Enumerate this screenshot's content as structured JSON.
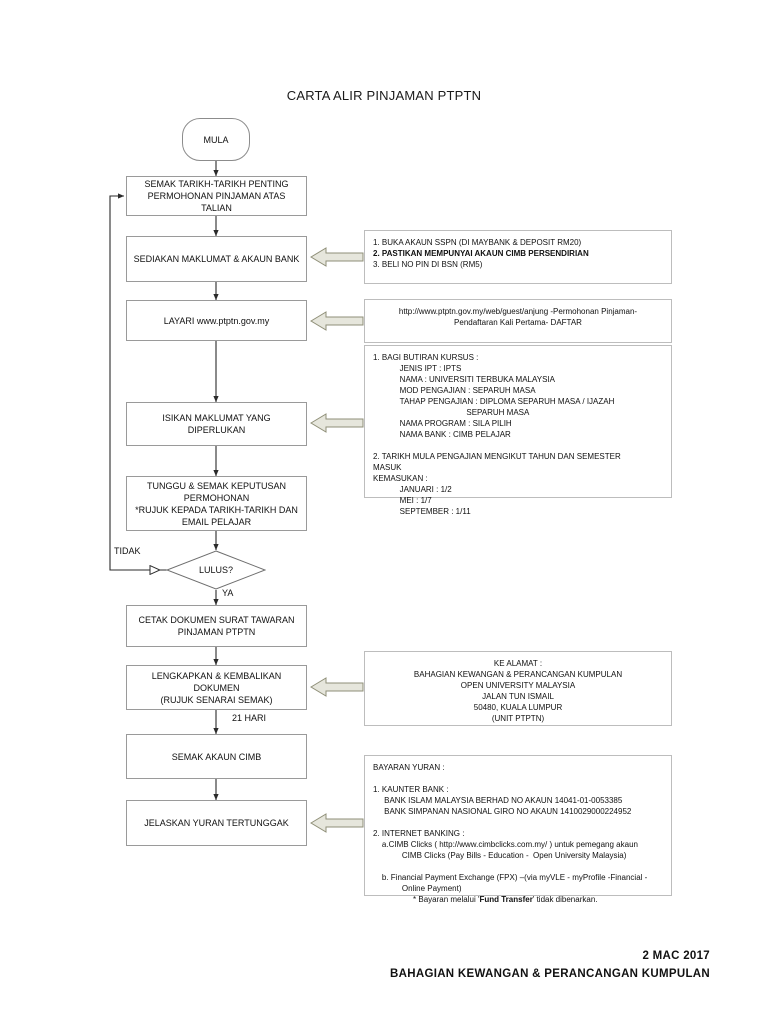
{
  "document": {
    "title": "CARTA ALIR PINJAMAN PTPTN"
  },
  "flow": {
    "nodes": [
      {
        "id": "mula",
        "shape": "terminator",
        "lines": [
          "MULA"
        ]
      },
      {
        "id": "semak-tarikh",
        "shape": "process",
        "lines": [
          "SEMAK TARIKH-TARIKH PENTING",
          "PERMOHONAN PINJAMAN ATAS TALIAN"
        ]
      },
      {
        "id": "sediakan",
        "shape": "process",
        "lines": [
          "SEDIAKAN MAKLUMAT & AKAUN BANK"
        ]
      },
      {
        "id": "layari",
        "shape": "process",
        "lines": [
          "LAYARI www.ptptn.gov.my"
        ]
      },
      {
        "id": "isikan",
        "shape": "process",
        "lines": [
          "ISIKAN MAKLUMAT YANG DIPERLUKAN"
        ]
      },
      {
        "id": "tunggu",
        "shape": "process",
        "lines": [
          "TUNGGU & SEMAK KEPUTUSAN",
          "PERMOHONAN",
          "*RUJUK KEPADA TARIKH-TARIKH DAN",
          "EMAIL PELAJAR"
        ]
      },
      {
        "id": "lulus",
        "shape": "decision",
        "lines": [
          "LULUS?"
        ]
      },
      {
        "id": "cetak",
        "shape": "process",
        "lines": [
          "CETAK DOKUMEN SURAT TAWARAN",
          "PINJAMAN PTPTN"
        ]
      },
      {
        "id": "lengkapkan",
        "shape": "process",
        "lines": [
          "LENGKAPKAN & KEMBALIKAN DOKUMEN",
          "(RUJUK SENARAI SEMAK)"
        ]
      },
      {
        "id": "semak-akaun",
        "shape": "process",
        "lines": [
          "SEMAK AKAUN CIMB"
        ]
      },
      {
        "id": "jelaskan",
        "shape": "process",
        "lines": [
          "JELASKAN YURAN TERTUNGGAK"
        ]
      }
    ],
    "edge_labels": {
      "tidak": "TIDAK",
      "ya": "YA",
      "hari21": "21 HARI"
    }
  },
  "notes": {
    "akaun_bank": [
      {
        "text": "1. BUKA AKAUN SSPN (DI MAYBANK & DEPOSIT RM20)",
        "bold": false
      },
      {
        "text": "2. PASTIKAN MEMPUNYAI AKAUN CIMB PERSENDIRIAN",
        "bold": true
      },
      {
        "text": "3. BELI NO PIN DI BSN (RM5)",
        "bold": false
      }
    ],
    "laman_web": [
      {
        "text": "http://www.ptptn.gov.my/web/guest/anjung -Permohonan Pinjaman-",
        "bold": false
      },
      {
        "text": "Pendaftaran Kali Pertama- DAFTAR",
        "bold": false
      }
    ],
    "butiran_kursus": [
      {
        "text": "1. BAGI BUTIRAN KURSUS :",
        "bold": false
      },
      {
        "text": "            JENIS IPT : IPTS",
        "bold": false
      },
      {
        "text": "            NAMA : UNIVERSITI TERBUKA MALAYSIA",
        "bold": false
      },
      {
        "text": "            MOD PENGAJIAN : SEPARUH MASA",
        "bold": false
      },
      {
        "text": "            TAHAP PENGAJIAN : DIPLOMA SEPARUH MASA / IJAZAH",
        "bold": false
      },
      {
        "text": "                                          SEPARUH MASA",
        "bold": false
      },
      {
        "text": "            NAMA PROGRAM : SILA PILIH",
        "bold": false
      },
      {
        "text": "            NAMA BANK : CIMB PELAJAR",
        "bold": false
      },
      {
        "text": "",
        "bold": false
      },
      {
        "text": "2. TARIKH MULA PENGAJIAN MENGIKUT TAHUN DAN SEMESTER",
        "bold": false
      },
      {
        "text": "MASUK",
        "bold": false
      },
      {
        "text": "KEMASUKAN :",
        "bold": false
      },
      {
        "text": "            JANUARI : 1/2",
        "bold": false
      },
      {
        "text": "            MEI : 1/7",
        "bold": false
      },
      {
        "text": "            SEPTEMBER : 1/11",
        "bold": false
      }
    ],
    "alamat": [
      {
        "text": "KE ALAMAT :",
        "bold": false
      },
      {
        "text": "BAHAGIAN KEWANGAN & PERANCANGAN KUMPULAN",
        "bold": false
      },
      {
        "text": "OPEN UNIVERSITY MALAYSIA",
        "bold": false
      },
      {
        "text": "JALAN TUN ISMAIL",
        "bold": false
      },
      {
        "text": "50480, KUALA LUMPUR",
        "bold": false
      },
      {
        "text": "(UNIT PTPTN)",
        "bold": false
      }
    ],
    "bayaran": [
      {
        "text": "BAYARAN YURAN :",
        "bold": false
      },
      {
        "text": "",
        "bold": false
      },
      {
        "text": "1. KAUNTER BANK :",
        "bold": false
      },
      {
        "text": "     BANK ISLAM MALAYSIA BERHAD NO AKAUN 14041-01-0053385",
        "bold": false
      },
      {
        "text": "     BANK SIMPANAN NASIONAL GIRO NO AKAUN 1410029000224952",
        "bold": false
      },
      {
        "text": "",
        "bold": false
      },
      {
        "text": "2. INTERNET BANKING :",
        "bold": false
      },
      {
        "text": "    a.CIMB Clicks ( http://www.cimbclicks.com.my/ ) untuk pemegang akaun",
        "bold": false
      },
      {
        "text": "             CIMB Clicks (Pay Bills - Education -  Open University Malaysia)",
        "bold": false
      },
      {
        "text": "",
        "bold": false
      },
      {
        "text": "    b. Financial Payment Exchange (FPX) –(via myVLE - myProfile -Financial -",
        "bold": false
      },
      {
        "text": "             Online Payment)",
        "bold": false
      }
    ],
    "bayaran_footnote": {
      "prefix": "                  * Bayaran melalui '",
      "bold": "Fund Transfer",
      "suffix": "' tidak dibenarkan."
    }
  },
  "footer": {
    "date": "2 MAC 2017",
    "department": "BAHAGIAN KEWANGAN & PERANCANGAN KUMPULAN"
  },
  "colors": {
    "node_border": "#9a9a9a",
    "note_border": "#bdbdbd",
    "block_arrow_fill": "#E6E6DC",
    "block_arrow_stroke": "#8F8F78",
    "connector": "#2b2b2b",
    "text": "#111111"
  }
}
